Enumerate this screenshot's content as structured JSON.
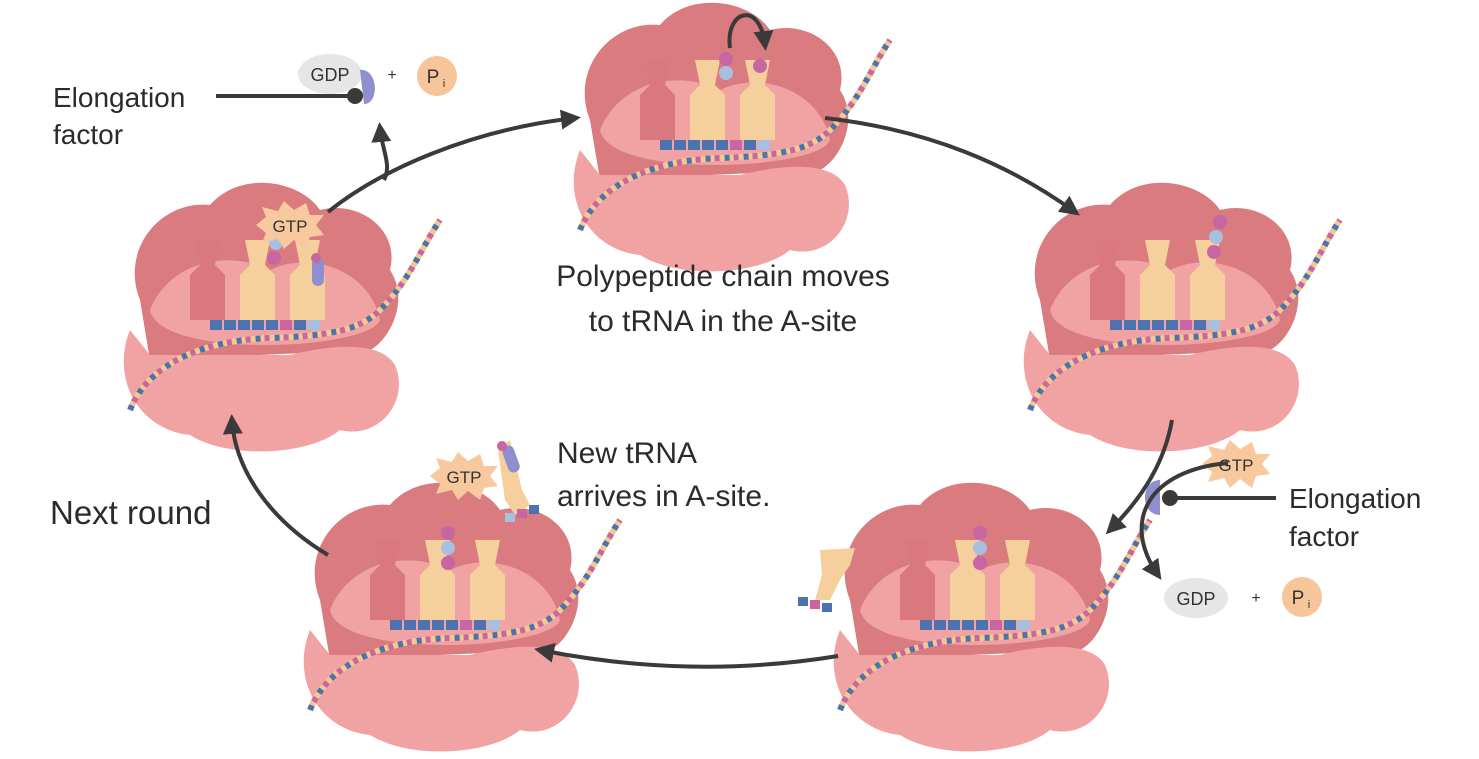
{
  "labels": {
    "elongation_factor_left_line1": "Elongation",
    "elongation_factor_left_line2": "factor",
    "elongation_factor_right_line1": "Elongation",
    "elongation_factor_right_line2": "factor",
    "center_line1": "Polypeptide chain moves",
    "center_line2": "to tRNA in the A-site",
    "new_trna_line1": "New tRNA",
    "new_trna_line2": "arrives in A-site.",
    "next_round": "Next round"
  },
  "molecules": {
    "gdp": "GDP",
    "gtp": "GTP",
    "pi_main": "P",
    "pi_sub": "i",
    "plus": "+"
  },
  "colors": {
    "ribosome_back": "#d97b7f",
    "ribosome_front": "#f0a3a2",
    "mrna": "#f4c98f",
    "trna": "#f5cf9c",
    "trna_dark": "#d9787e",
    "codon_blue": "#4c72b0",
    "codon_pink": "#c766a2",
    "codon_light": "#a8c0e0",
    "amino_pink": "#c766a2",
    "amino_blue": "#a8c0e0",
    "factor_purple": "#8f8fcf",
    "gtp_star": "#f8c99e",
    "gdp_oval": "#e6e6e6",
    "pi_circle": "#f6c59a",
    "arrow": "#3a3a3a"
  }
}
